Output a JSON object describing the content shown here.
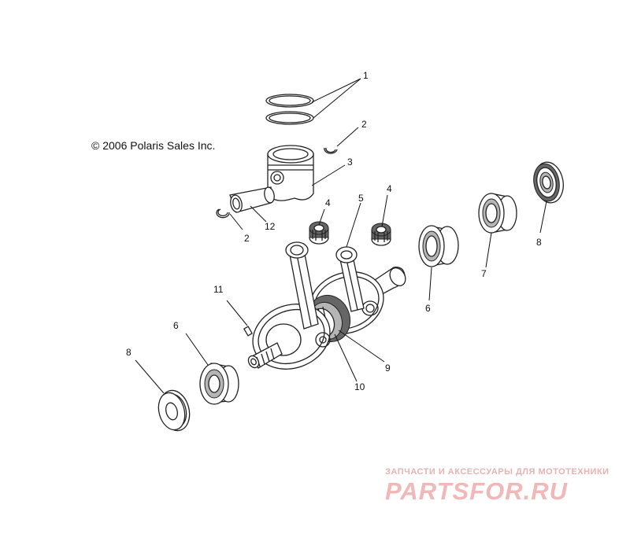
{
  "diagram": {
    "copyright": "© 2006 Polaris Sales Inc.",
    "callouts": {
      "c1": "1",
      "c2a": "2",
      "c2b": "2",
      "c3": "3",
      "c4a": "4",
      "c4b": "4",
      "c5": "5",
      "c6a": "6",
      "c6b": "6",
      "c7": "7",
      "c8a": "8",
      "c8b": "8",
      "c9": "9",
      "c10": "10",
      "c11": "11",
      "c12": "12"
    }
  },
  "watermark": {
    "tagline": "ЗАПЧАСТИ И АКСЕССУАРЫ ДЛЯ МОТОТЕХНИКИ",
    "logo_text": "PARTSFOR.RU",
    "colors": {
      "tagline": "#e6b3b3",
      "logo": "#f0b8b8"
    }
  }
}
